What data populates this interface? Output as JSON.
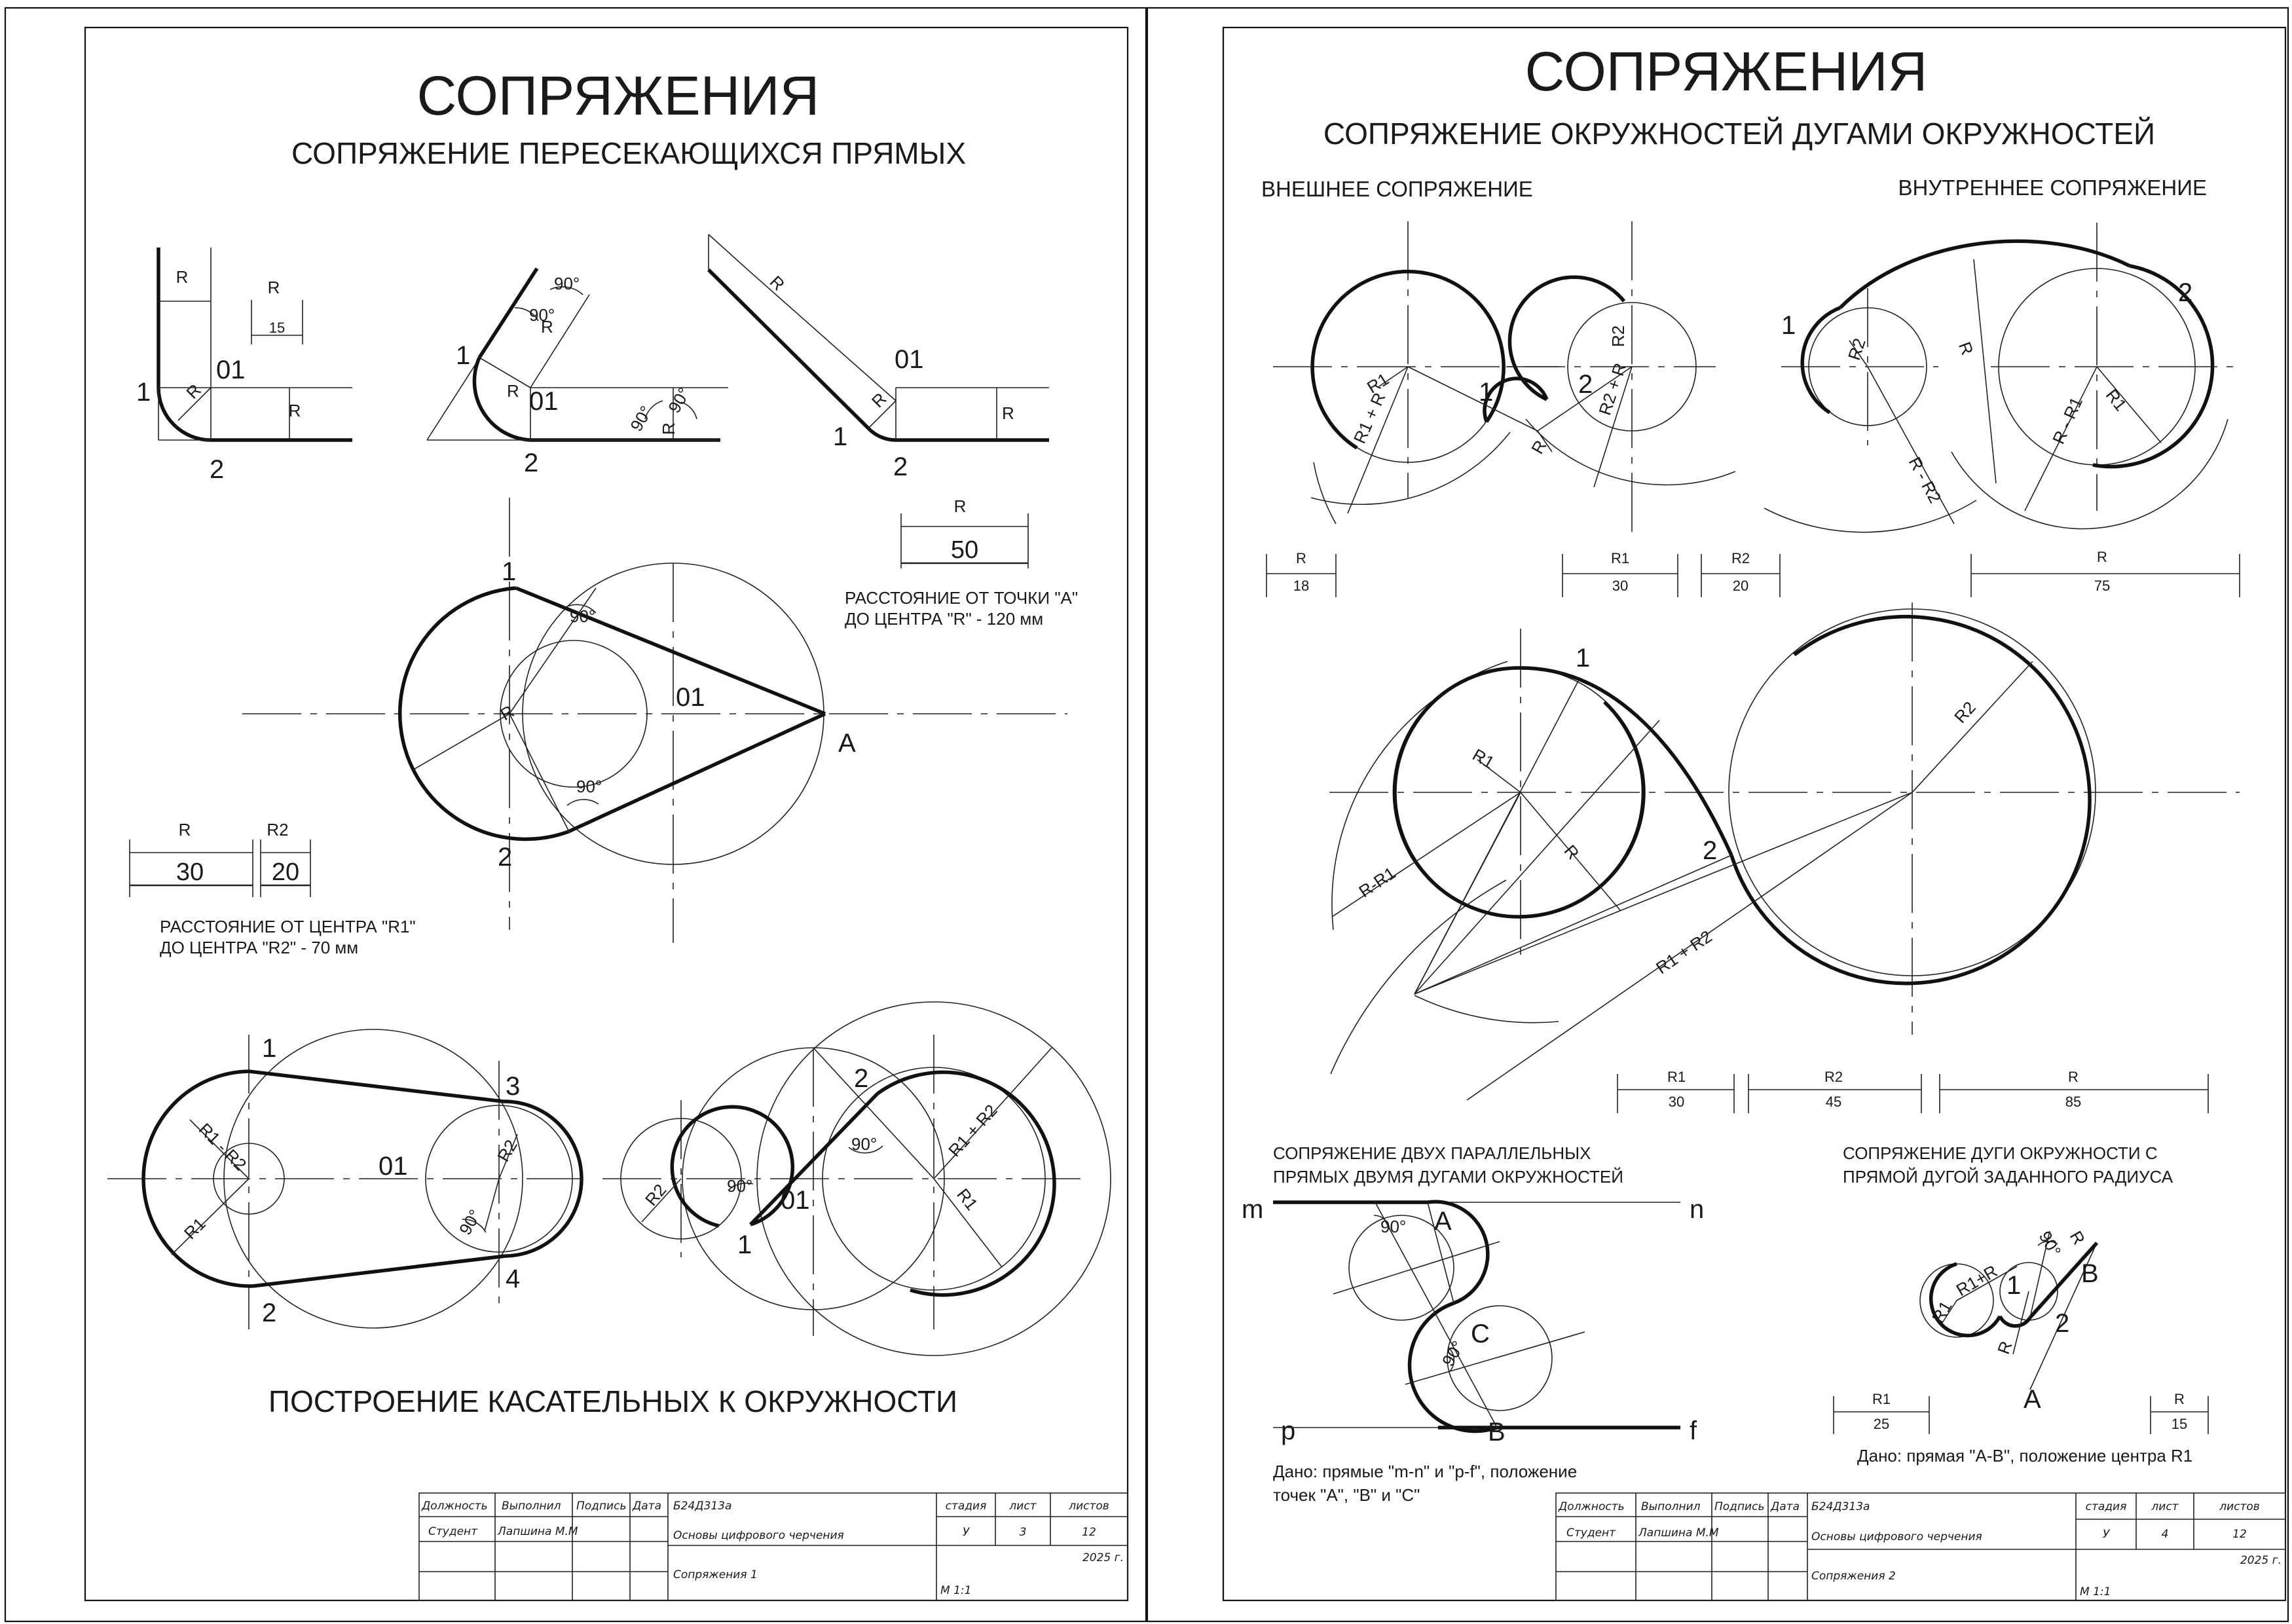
{
  "colors": {
    "line": "#111111",
    "paper": "#ffffff"
  },
  "left": {
    "title": "СОПРЯЖЕНИЯ",
    "subtitle": "СОПРЯЖЕНИЕ ПЕРЕСЕКАЮЩИХСЯ ПРЯМЫХ",
    "bottom_title": "ПОСТРОЕНИЕ КАСАТЕЛЬНЫХ К ОКРУЖНОСТИ",
    "note_a": [
      "РАССТОЯНИЕ ОТ ТОЧКИ \"А\"",
      "ДО ЦЕНТРА \"R\" - 120 мм"
    ],
    "note_r": [
      "РАССТОЯНИЕ ОТ ЦЕНТРА \"R1\"",
      "ДО ЦЕНТРА \"R2\" - 70 мм"
    ],
    "dims": {
      "d15": {
        "name": "R",
        "value": "15"
      },
      "d50": {
        "name": "R",
        "value": "50"
      },
      "d30": {
        "name": "R",
        "value": "30"
      },
      "d20": {
        "name": "R2",
        "value": "20"
      }
    }
  },
  "right": {
    "title": "СОПРЯЖЕНИЯ",
    "subtitle": "СОПРЯЖЕНИЕ ОКРУЖНОСТЕЙ ДУГАМИ ОКРУЖНОСТЕЙ",
    "external": "ВНЕШНЕЕ СОПРЯЖЕНИЕ",
    "internal": "ВНУТРЕННЕЕ СОПРЯЖЕНИЕ",
    "parallel": [
      "СОПРЯЖЕНИЕ ДВУХ ПАРАЛЛЕЛЬНЫХ",
      "ПРЯМЫХ ДВУМЯ ДУГАМИ ОКРУЖНОСТЕЙ"
    ],
    "arcline": [
      "СОПРЯЖЕНИЕ ДУГИ ОКРУЖНОСТИ С",
      "ПРЯМОЙ ДУГОЙ ЗАДАННОГО РАДИУСА"
    ],
    "given_1": [
      "Дано: прямые \"m-n\" и \"p-f\", положение",
      "точек \"А\", \"В\" и \"С\""
    ],
    "given_2": "Дано: прямая \"А-В\", положение центра R1",
    "dims": {
      "r18": {
        "name": "R",
        "value": "18"
      },
      "r30": {
        "name": "R1",
        "value": "30"
      },
      "r20": {
        "name": "R2",
        "value": "20"
      },
      "r75": {
        "name": "R",
        "value": "75"
      },
      "m30": {
        "name": "R1",
        "value": "30"
      },
      "m45": {
        "name": "R2",
        "value": "45"
      },
      "m85": {
        "name": "R",
        "value": "85"
      },
      "b25": {
        "name": "R1",
        "value": "25"
      },
      "b15": {
        "name": "R",
        "value": "15"
      }
    }
  },
  "title_block_left": {
    "headers": [
      "Должность",
      "Выполнил",
      "Подпись",
      "Дата"
    ],
    "row": [
      "Студент",
      "Лапшина М.М"
    ],
    "code": "Б24Д313а",
    "course": "Основы цифрового черчения",
    "sheet_title": "Сопряжения 1",
    "stage_h": "стадия",
    "sheet_h": "лист",
    "sheets_h": "листов",
    "stage": "У",
    "sheet": "3",
    "sheets": "12",
    "year": "2025 г.",
    "scale": "М 1:1"
  },
  "title_block_right": {
    "headers": [
      "Должность",
      "Выполнил",
      "Подпись",
      "Дата"
    ],
    "row": [
      "Студент",
      "Лапшина М.М"
    ],
    "code": "Б24Д313а",
    "course": "Основы цифрового черчения",
    "sheet_title": "Сопряжения 2",
    "stage_h": "стадия",
    "sheet_h": "лист",
    "sheets_h": "листов",
    "stage": "У",
    "sheet": "4",
    "sheets": "12",
    "year": "2025 г.",
    "scale": "М 1:1"
  }
}
